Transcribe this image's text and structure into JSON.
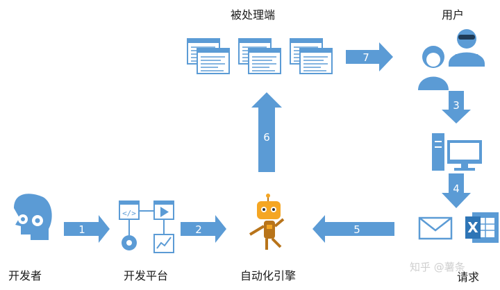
{
  "nodes": {
    "developer": {
      "label": "开发者",
      "icon": "head-gears-icon"
    },
    "dev_platform": {
      "label": "开发平台",
      "icon": "dev-tools-icon"
    },
    "automation_engine": {
      "label": "自动化引擎",
      "icon": "robot-icon"
    },
    "processed_side": {
      "label": "被处理端",
      "icon": "documents-icon"
    },
    "users": {
      "label": "用户",
      "icon": "users-icon"
    },
    "request": {
      "label": "请求",
      "icon": "mail-excel-icon"
    }
  },
  "steps": [
    "1",
    "2",
    "3",
    "4",
    "5",
    "6",
    "7"
  ],
  "watermark": "知乎 @薯条",
  "colors": {
    "accent": "#5b9bd5",
    "robot": "#f5a623",
    "robot_dark": "#b8741a"
  }
}
